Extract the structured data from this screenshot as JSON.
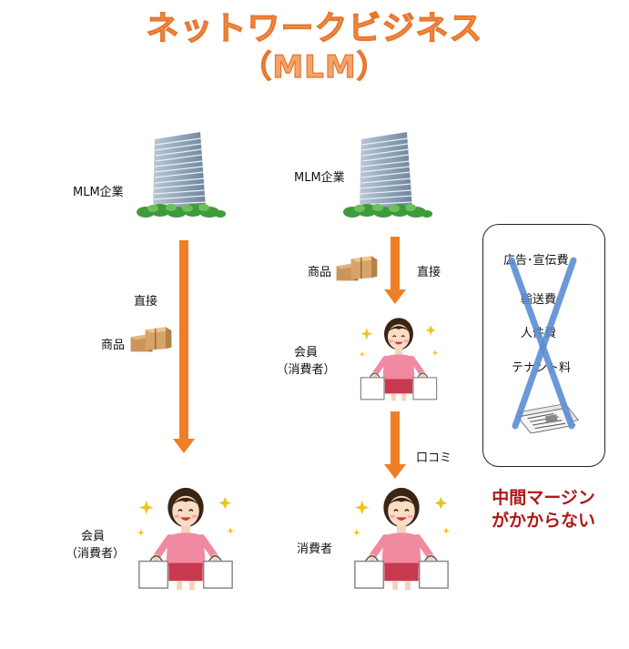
{
  "title": {
    "line1": "ネットワークビジネス",
    "line2": "（MLM）"
  },
  "left_flow": {
    "company_label": "MLM企業",
    "route_label": "直接",
    "product_label": "商品",
    "recipient_label_line1": "会員",
    "recipient_label_line2": "（消費者）"
  },
  "right_flow": {
    "company_label": "MLM企業",
    "product_label": "商品",
    "route_label": "直接",
    "member_label_line1": "会員",
    "member_label_line2": "（消費者）",
    "word_of_mouth_label": "口コミ",
    "consumer_label": "消費者"
  },
  "cost_box": {
    "items": [
      "広告･宣伝費",
      "輸送費",
      "人件費",
      "テナント料"
    ]
  },
  "note": {
    "line1": "中間マージン",
    "line2": "がかからない"
  },
  "colors": {
    "arrow": "#f07e26",
    "title_fill": "#f4a36a",
    "title_stroke": "#e8772e",
    "note": "#b01818",
    "cross": "#5b8fd4"
  }
}
